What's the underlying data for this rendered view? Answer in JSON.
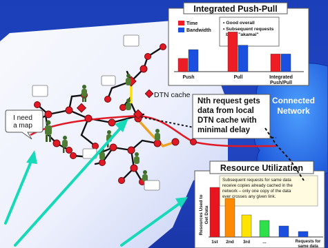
{
  "legend": {
    "cache_label": "DTN cache",
    "need_map_label": "I need a map",
    "nth_request": "Nth request gets data from local DTN cache with minimal delay",
    "connected_network": "Connected Network"
  },
  "push_pull": {
    "title": "Integrated Push-Pull",
    "legend_time": "Time",
    "legend_bandwidth": "Bandwidth",
    "bullets": [
      "Good overall",
      "Subsequent requests build \"akamai\""
    ],
    "colors": {
      "time": "#ee1c24",
      "bandwidth": "#1b4fe0"
    },
    "chart_data": {
      "type": "bar",
      "categories": [
        "Push",
        "Pull",
        "Integrated Push/Pull"
      ],
      "series": [
        {
          "name": "Time",
          "values": [
            3,
            9,
            4
          ]
        },
        {
          "name": "Bandwidth",
          "values": [
            5,
            6,
            4
          ]
        }
      ],
      "ylim": [
        0,
        10
      ]
    }
  },
  "resource": {
    "title": "Resource Utilization",
    "ylabel": "Resources Used to Get Data",
    "note": "Subsequent requests for same data receive copies already cached in the network – only one copy of the data ever crosses any given link.",
    "chart_data": {
      "type": "bar",
      "categories": [
        "1st",
        "2nd",
        "3rd",
        "...",
        "",
        "Requests for same data"
      ],
      "values": [
        9,
        7,
        4,
        3,
        2,
        1
      ],
      "colors": [
        "#e8141e",
        "#ff8a00",
        "#ffe400",
        "#2ee04a",
        "#1b4fe0",
        "#1b4fe0"
      ],
      "ylim": [
        0,
        10
      ]
    }
  }
}
